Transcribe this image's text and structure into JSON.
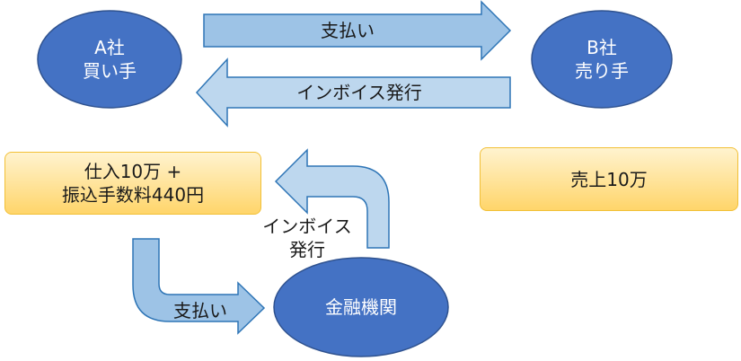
{
  "nodes": {
    "company_a": {
      "name": "A社",
      "role": "買い手"
    },
    "company_b": {
      "name": "B社",
      "role": "売り手"
    },
    "bank": {
      "name": "金融機関"
    }
  },
  "boxes": {
    "buyer_cost": {
      "line1": "仕入10万 +",
      "line2": "振込手数料440円"
    },
    "seller_sales": {
      "line1": "売上10万"
    }
  },
  "arrows": {
    "payment_top": "支払い",
    "invoice_top": "インボイス発行",
    "invoice_bank": {
      "line1": "インボイス",
      "line2": "発行"
    },
    "payment_bottom": "支払い"
  },
  "colors": {
    "node_fill": "#4472c4",
    "node_stroke": "#2f528f",
    "arrow_fill": "#9dc3e6",
    "arrow_fill_light": "#bdd7ee",
    "arrow_stroke": "#2e75b6",
    "box_fill": "#ffd966",
    "box_stroke": "#f2c037"
  }
}
